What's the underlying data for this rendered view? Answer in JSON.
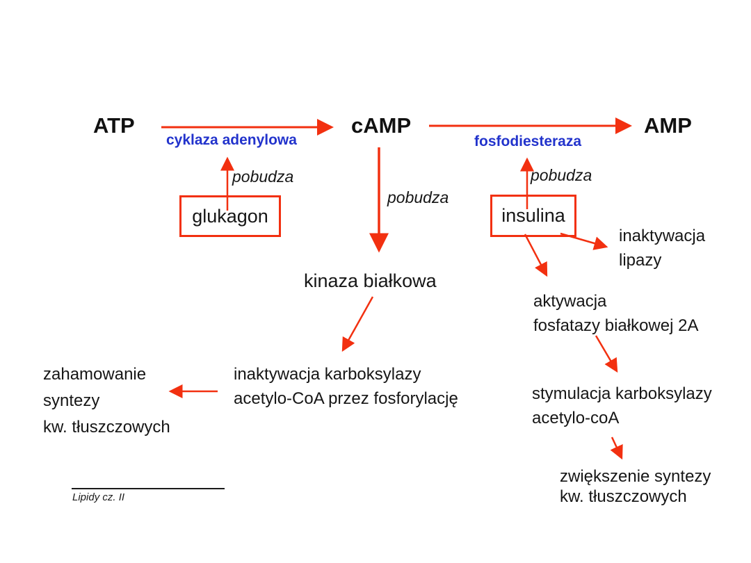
{
  "diagram": {
    "nodes": {
      "atp": "ATP",
      "camp": "cAMP",
      "amp": "AMP",
      "kinaza": "kinaza białkowa"
    },
    "enzymes": {
      "cyklaza": "cyklaza adenylowa",
      "fosfodiesteraza": "fosfodiesteraza"
    },
    "hormones": {
      "glukagon": "glukagon",
      "insulina": "insulina"
    },
    "labels": {
      "pobudza_glukagon": "pobudza",
      "pobudza_camp": "pobudza",
      "pobudza_insulina": "pobudza"
    },
    "effects": {
      "lipase": {
        "line1": "inaktywacja",
        "line2": "lipazy"
      },
      "phosphatase": {
        "line1": "aktywacja",
        "line2": "fosfatazy białkowej 2A"
      },
      "carboxylase_stim": {
        "line1": "stymulacja karboksylazy",
        "line2": "acetylo-coA"
      },
      "synthesis_increase": {
        "line1": "zwiększenie syntezy",
        "line2": "kw. tłuszczowych"
      },
      "carboxylase_inact": {
        "line1": "inaktywacja karboksylazy",
        "line2": "acetylo-CoA przez fosforylację"
      },
      "synthesis_inhibit": {
        "line1": "zahamowanie",
        "line2": "syntezy",
        "line3": "kw. tłuszczowych"
      }
    },
    "footer": {
      "caption": "Lipidy cz. II"
    },
    "colors": {
      "arrow": "#f23010",
      "enzyme_text": "#2233cc",
      "body_text": "#161616",
      "background": "#ffffff"
    }
  }
}
